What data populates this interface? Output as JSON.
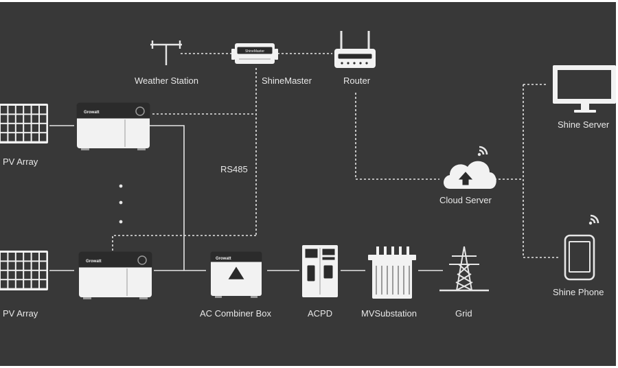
{
  "colors": {
    "background": "#383838",
    "line": "#e6e6e6",
    "device": "#f2f2f2",
    "device_dark": "#2b2b2b",
    "accent": "#9a9a9a"
  },
  "labels": {
    "weather_station": "Weather Station",
    "shinemaster": "ShineMaster",
    "router": "Router",
    "shine_server": "Shine Server",
    "pv_array_top": "PV Array",
    "pv_array_bottom": "PV Array",
    "rs485": "RS485",
    "cloud_server": "Cloud Server",
    "shine_phone": "Shine Phone",
    "ac_combiner_box": "AC Combiner Box",
    "acpd": "ACPD",
    "mv_substation": "MVSubstation",
    "grid": "Grid"
  },
  "device_text": {
    "inverter_brand": "Growatt",
    "combiner_brand": "Growatt",
    "shinemaster_badge": "ShineMaster"
  },
  "icons": [
    "solar-panel-icon",
    "inverter-icon",
    "weather-station-icon",
    "datalogger-icon",
    "router-icon",
    "monitor-icon",
    "cloud-upload-icon",
    "wifi-signal-icon",
    "smartphone-icon",
    "combiner-box-icon",
    "cabinet-icon",
    "transformer-icon",
    "pylon-icon"
  ]
}
